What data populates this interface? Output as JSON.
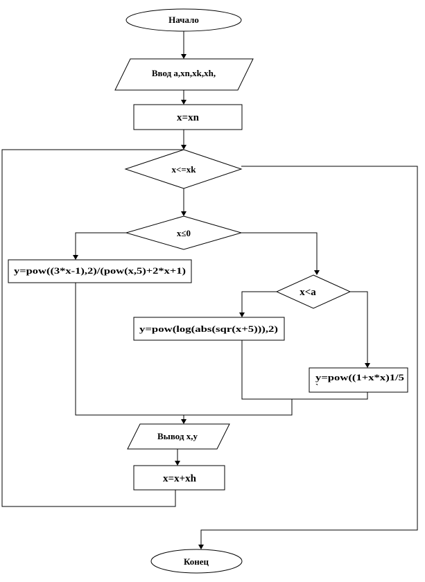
{
  "diagram": {
    "start": "Начало",
    "input": "Ввод a,xn,xk,xh,",
    "init": "x=xn",
    "loop_condition": "x<=xk",
    "condition1": "x≤0",
    "branch_left": "y=pow((3*x-1),2)/(pow(x,5)+2*x+1)",
    "condition2": "x<a",
    "branch_middle": "y=pow(log(abs(sqr(x+5))),2)",
    "branch_right": "y=pow((1+x*x)1/5",
    "branch_right_mark": "`",
    "output": "Вывод x,y",
    "increment": "x=x+xh",
    "end": "Конец"
  }
}
